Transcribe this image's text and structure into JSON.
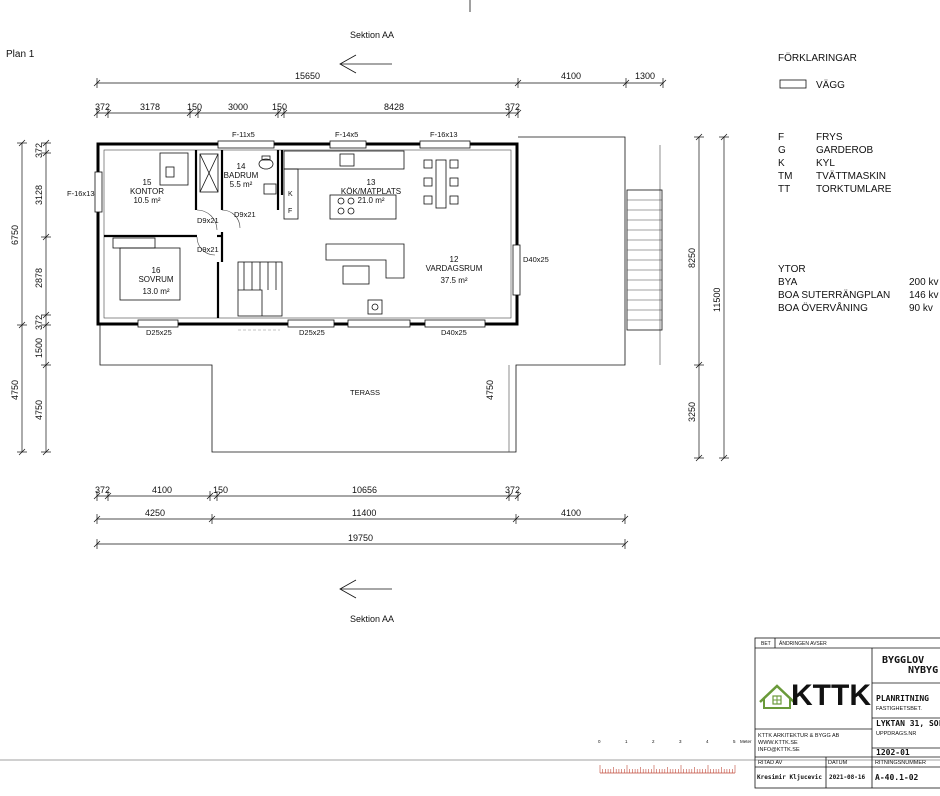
{
  "plan_label": "Plan 1",
  "section_label": "Sektion AA",
  "top_dims": {
    "row1": [
      "15650",
      "4100",
      "1300"
    ],
    "row2": [
      "372",
      "3178",
      "150",
      "3000",
      "150",
      "8428",
      "372"
    ]
  },
  "bottom_dims": {
    "row1": [
      "372",
      "4100",
      "150",
      "10656",
      "372"
    ],
    "row2": [
      "4250",
      "11400",
      "4100"
    ],
    "row3": "19750"
  },
  "left_dims": {
    "inner": [
      "372",
      "3128",
      "2878",
      "372",
      "1500",
      "4750"
    ],
    "outer": [
      "6750",
      "4750"
    ]
  },
  "right_dims": [
    "8250",
    "11500",
    "3250"
  ],
  "terrace_dim": "4750",
  "windows": {
    "f11x5": "F-11x5",
    "f14x5": "F-14x5",
    "f16x13_top": "F-16x13",
    "f16x13_left": "F-16x13"
  },
  "doors": {
    "d9x21_a": "D9x21",
    "d9x21_b": "D9x21",
    "d9x21_c": "D9x21",
    "d40x25_right": "D40x25",
    "d25x25_left": "D25x25",
    "d25x25_mid": "D25x25",
    "d40x25_bottom": "D40x25"
  },
  "rooms": {
    "kontor": {
      "num": "15",
      "name": "KONTOR",
      "area": "10.5 m²"
    },
    "badrum": {
      "num": "14",
      "name": "BADRUM",
      "area": "5.5 m²"
    },
    "kok": {
      "num": "13",
      "name": "KÖK/MATPLATS",
      "area": "21.0 m²"
    },
    "sovrum": {
      "num": "16",
      "name": "SOVRUM",
      "area": "13.0 m²"
    },
    "vardagsrum": {
      "num": "12",
      "name": "VARDAGSRUM",
      "area": "37.5 m²"
    },
    "terrass": "TERASS",
    "kitchen_k": "K",
    "kitchen_f": "F"
  },
  "legend": {
    "title": "FÖRKLARINGAR",
    "wall_label": "VÄGG",
    "items": [
      {
        "code": "F",
        "text": "FRYS"
      },
      {
        "code": "G",
        "text": "GARDEROB"
      },
      {
        "code": "K",
        "text": "KYL"
      },
      {
        "code": "TM",
        "text": "TVÄTTMASKIN"
      },
      {
        "code": "TT",
        "text": "TORKTUMLARE"
      }
    ]
  },
  "areas": {
    "title": "YTOR",
    "items": [
      {
        "label": "BYA",
        "value": "200 kv"
      },
      {
        "label": "BOA SUTERRÄNGPLAN",
        "value": "146 kv"
      },
      {
        "label": "BOA ÖVERVÅNING",
        "value": "90 kv"
      }
    ]
  },
  "title_block": {
    "bet": "BET",
    "andringen": "ÄNDRINGEN AVSER",
    "logo": "KTTK",
    "project_line1": "BYGGLOV",
    "project_line2": "NYBYG",
    "drawing_type": "PLANRITNING",
    "fastighet_label": "FASTIGHETSBET.",
    "fastighet": "LYKTAN 31, SOL",
    "company_name": "KTTK ARKITEKTUR & BYGG AB",
    "company_web": "WWW.KTTK.SE",
    "company_mail": "INFO@KTTK.SE",
    "uppdrag_label": "UPPDRAGS.NR",
    "uppdrag": "1202-01",
    "ritad_label": "RITAD AV",
    "datum_label": "DATUM",
    "ritningsnr_label": "RITNINGSNUMMER",
    "ritad": "Kresimir Kljucevic",
    "datum": "2021-08-16",
    "ritningsnr": "A-40.1-02"
  },
  "scale_bar": {
    "ticks": [
      "0",
      "1",
      "2",
      "3",
      "4",
      "5"
    ],
    "unit": "Meter"
  }
}
